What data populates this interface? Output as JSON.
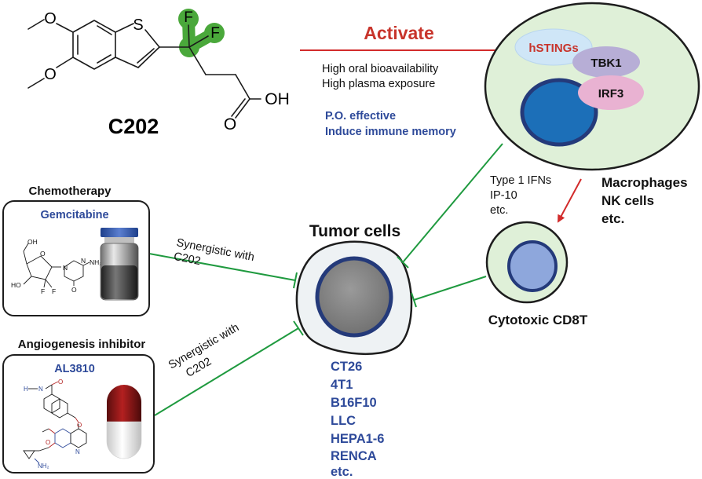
{
  "compound": {
    "name": "C202",
    "atoms": {
      "sulfur": "S",
      "fluorine_1": "F",
      "fluorine_2": "F",
      "hydroxyl": "OH",
      "carbonyl_oxygen": "O"
    }
  },
  "activation": {
    "label": "Activate",
    "properties": [
      "High oral bioavailability",
      "High plasma exposure"
    ],
    "effects": [
      "P.O. effective",
      "Induce immune memory"
    ]
  },
  "sting_cell": {
    "proteins": [
      "hSTINGs",
      "TBK1",
      "IRF3"
    ],
    "cytokines": [
      "Type 1 IFNs",
      "IP-10",
      "etc."
    ],
    "cell_types": [
      "Macrophages",
      "NK cells",
      "etc."
    ]
  },
  "tumor": {
    "title": "Tumor cells",
    "models": [
      "CT26",
      "4T1",
      "B16F10",
      "LLC",
      "HEPA1-6",
      "RENCA",
      "etc."
    ]
  },
  "cd8": {
    "label": "Cytotoxic CD8T"
  },
  "chemotherapy": {
    "title": "Chemotherapy",
    "drug": "Gemcitabine",
    "atoms": [
      "OH",
      "O",
      "N",
      "NH₂",
      "N",
      "O",
      "HO",
      "F",
      "F"
    ],
    "synergy": [
      "Synergistic with",
      "C202"
    ]
  },
  "angiogenesis": {
    "title": "Angiogenesis inhibitor",
    "drug": "AL3810",
    "atoms": [
      "H",
      "N",
      "O",
      "O",
      "O",
      "N",
      "NH₂"
    ],
    "synergy": [
      "Synergistic with",
      "C202"
    ]
  },
  "colors": {
    "activate_red": "#c8342b",
    "inhibit_green": "#1f9a3f",
    "label_blue": "#2e4a9a",
    "cell_green": "#dff0d8",
    "nucleus_blue": "#1c6fb8"
  }
}
